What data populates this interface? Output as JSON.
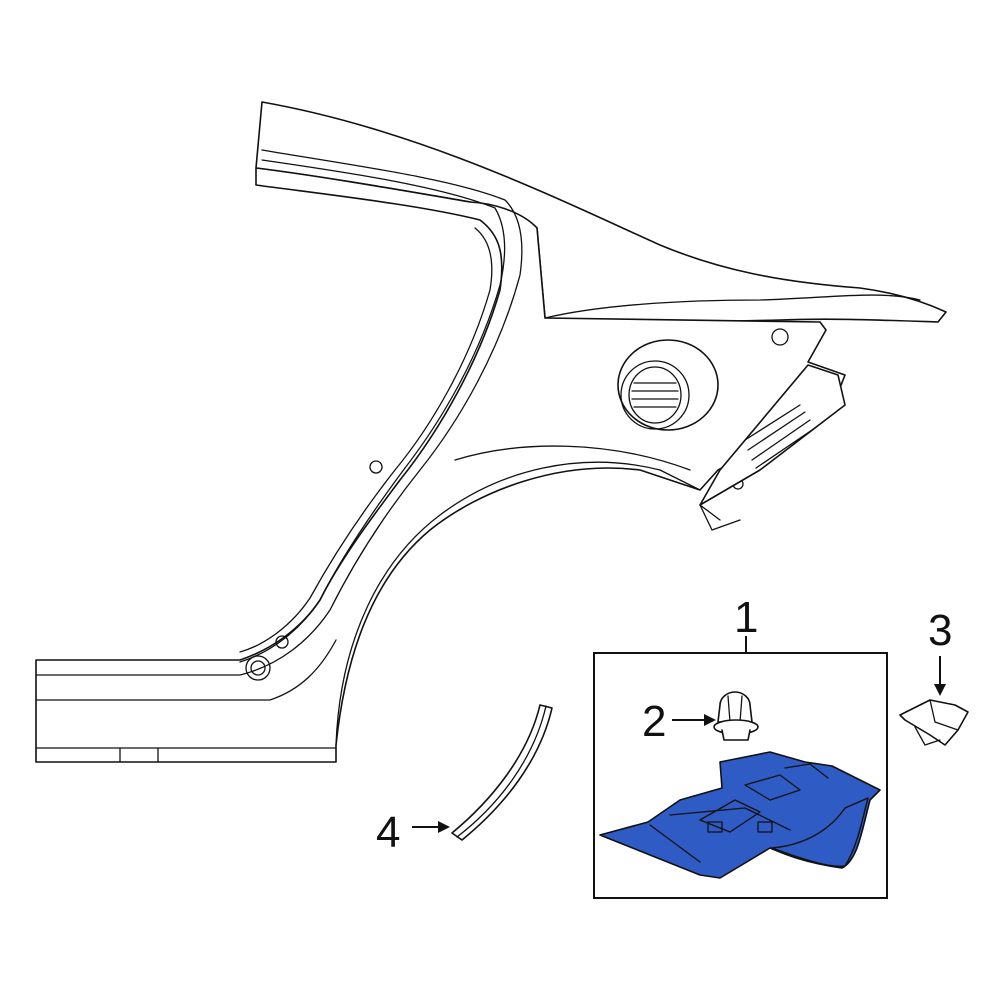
{
  "diagram": {
    "background_color": "#ffffff",
    "line_color": "#111111",
    "highlight_color": "#2e5bc4",
    "callouts": [
      {
        "id": "1",
        "label": "1",
        "target": "panel-assembly-box"
      },
      {
        "id": "2",
        "label": "2",
        "target": "push-clip"
      },
      {
        "id": "3",
        "label": "3",
        "target": "retainer-clip"
      },
      {
        "id": "4",
        "label": "4",
        "target": "wheel-arch-molding"
      }
    ],
    "parts": [
      {
        "name": "quarter-panel-body",
        "highlighted": false
      },
      {
        "name": "fuel-door-housing",
        "highlighted": false
      },
      {
        "name": "tail-lamp-bracket",
        "highlighted": false
      },
      {
        "name": "lower-panel-assembly",
        "highlighted": true
      },
      {
        "name": "push-clip",
        "highlighted": false
      },
      {
        "name": "retainer-clip",
        "highlighted": false
      },
      {
        "name": "wheel-arch-molding",
        "highlighted": false
      }
    ]
  }
}
